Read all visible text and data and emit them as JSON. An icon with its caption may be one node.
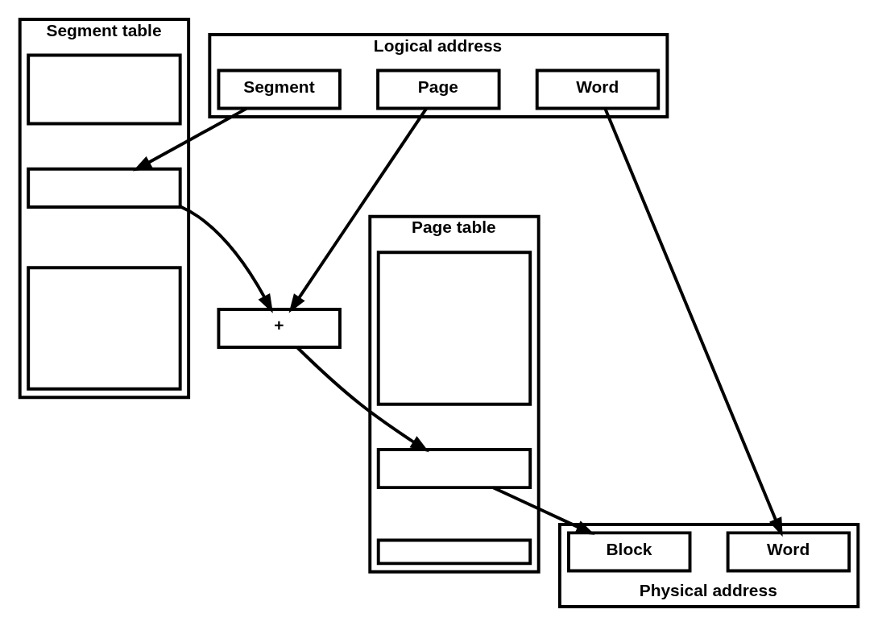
{
  "diagram": {
    "nodes": [
      {
        "text": [
          "Logical address"
        ]
      },
      {
        "text": [
          "Segment"
        ],
        "in": 0
      },
      {
        "text": [
          "Page"
        ],
        "in": 0
      },
      {
        "text": [
          "Word"
        ],
        "in": 0
      },
      {
        "text": [
          "Segment table"
        ]
      },
      {
        "text": [],
        "shape": "box",
        "in": 4
      },
      {
        "text": [],
        "shape": "box",
        "in": 4
      },
      {
        "text": [],
        "shape": "box",
        "in": 4
      },
      {
        "text": [
          "+"
        ]
      },
      {
        "text": [
          "Page table"
        ]
      },
      {
        "text": [],
        "shape": "box",
        "in": 9
      },
      {
        "text": [],
        "shape": "box",
        "in": 9
      },
      {
        "text": [],
        "shape": "box",
        "in": 9
      },
      {
        "text": [
          "Physical address"
        ]
      },
      {
        "text": [
          "Block"
        ],
        "in": 13
      },
      {
        "text": [
          "Word"
        ],
        "in": 13
      }
    ],
    "edges": [
      {
        "from": 1,
        "to": 6,
        "arrow": "to"
      },
      {
        "from": 6,
        "to": 8,
        "arrow": "to"
      },
      {
        "from": 2,
        "to": 8,
        "arrow": "to"
      },
      {
        "from": 8,
        "to": 11,
        "arrow": "to"
      },
      {
        "from": 11,
        "to": 14,
        "arrow": "to"
      },
      {
        "from": 3,
        "to": 15,
        "arrow": "to"
      }
    ]
  }
}
